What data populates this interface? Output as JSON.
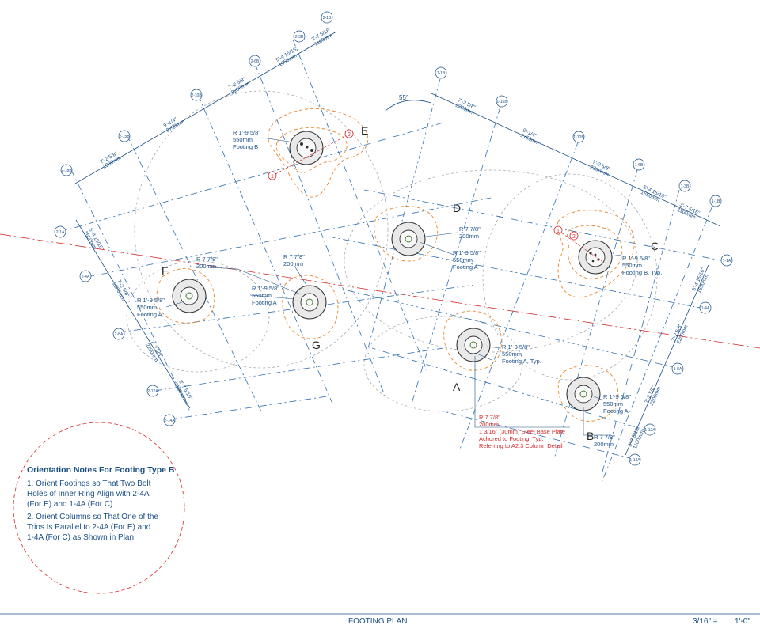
{
  "title_block": {
    "title": "FOOTING PLAN",
    "scale_left": "3/16\"  =",
    "scale_right": "1'-0\""
  },
  "angle_label": "55°",
  "bubbles_left": [
    "2-1B",
    "2-3B",
    "2-6B",
    "2-10B",
    "2-15B",
    "2-18B",
    "2-1A",
    "2-4A",
    "2-8A",
    "2-12A",
    "2-14A"
  ],
  "bubbles_right": [
    "1-1B",
    "1-15B",
    "1-10B",
    "1-6B",
    "1-3B",
    "1-1B",
    "1-1A",
    "1-4A",
    "1-8A",
    "1-12A",
    "1-14A"
  ],
  "dims_left_top": [
    [
      "7'-2 5/8\"",
      "2200mm"
    ],
    [
      "9'-1/4\"",
      "2750mm"
    ],
    [
      "7'-2 5/8\"",
      "2200mm"
    ],
    [
      "5'-4 15/16\"",
      "1650mm"
    ],
    [
      "3'-7 5/16\"",
      "1100mm"
    ]
  ],
  "dims_right_top": [
    [
      "7'-2 5/8\"",
      "2200mm"
    ],
    [
      "9'-1/4\"",
      "2750mm"
    ],
    [
      "7'-2 5/8\"",
      "2200mm"
    ],
    [
      "5'-4 15/16\"",
      "1650mm"
    ],
    [
      "3'-7 5/16\"",
      "1100mm"
    ]
  ],
  "dims_left_side": [
    [
      "5'-4 15/16\"",
      "1650mm"
    ],
    [
      "7'-2 5/8\"",
      "2200mm"
    ],
    [
      "7'-2 5/8\"",
      "2200mm"
    ],
    [
      "3'-7 5/16\"",
      "1100mm"
    ]
  ],
  "dims_right_side": [
    [
      "5'-4 15/16\"",
      "1650mm"
    ],
    [
      "7'-2 5/8\"",
      "2200mm"
    ],
    [
      "7'-2 5/8\"",
      "2200mm"
    ],
    [
      "3'-7 5/16\"",
      "1100mm"
    ]
  ],
  "footing_letters": {
    "A": "A",
    "B": "B",
    "C": "C",
    "D": "D",
    "E": "E",
    "F": "F",
    "G": "G"
  },
  "callouts": {
    "e": [
      "R 1'-9 5/8\"",
      "550mm",
      "Footing B"
    ],
    "f_r": [
      "R 7 7/8\"",
      "200mm"
    ],
    "f": [
      "R 1'-9 5/8\"",
      "550mm",
      "Footing A"
    ],
    "g_r": [
      "R 7 7/8\"",
      "200mm"
    ],
    "g": [
      "R 1'-9 5/8\"",
      "550mm",
      "Footing A"
    ],
    "d_r": [
      "R 7 7/8\"",
      "200mm"
    ],
    "d": [
      "R 1'-9 5/8\"",
      "550mm",
      "Footing A"
    ],
    "c": [
      "R 1'-9 5/8\"",
      "550mm",
      "Footing B, Typ."
    ],
    "a": [
      "R 1'-9 5/8\"",
      "550mm",
      "Footing A, Typ."
    ],
    "b": [
      "R 1'-9 5/8\"",
      "550mm",
      "Footing A"
    ],
    "b_r": [
      "R 7 7/8\"",
      "200mm"
    ]
  },
  "base_plate_note": [
    "R 7 7/8\"",
    "200mm",
    "1 3/16\" (30mm) Steel Base Plate",
    "Achored to Footing, Typ.",
    "Referring to A2.3 Column Detail"
  ],
  "markers": [
    "1",
    "2",
    "1",
    "2"
  ],
  "notes": {
    "heading": "Orientation Notes For Footing Type B",
    "n1": [
      "1. Orient Footings so That Two Bolt",
      "Holes of Inner Ring Align with 2-4A",
      "(For E) and 1-4A (For C)"
    ],
    "n2": [
      "2. Orient Columns so That One of the",
      "Trios Is Parallel to 2-4A (For E) and",
      "1-4A (For C) as Shown in Plan"
    ]
  },
  "colors": {
    "line_blue": "#2f6fb0",
    "text_blue": "#1a4f86",
    "orange": "#e8862a",
    "red": "#d62a2a"
  }
}
